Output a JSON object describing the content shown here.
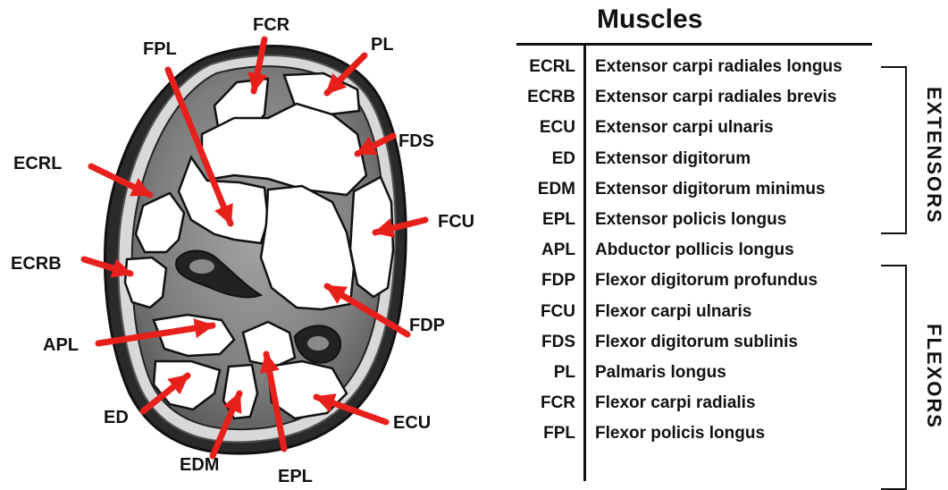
{
  "diagram": {
    "labels": {
      "fcr": "FCR",
      "fpl": "FPL",
      "pl": "PL",
      "fds": "FDS",
      "ecrl": "ECRL",
      "fcu": "FCU",
      "ecrb": "ECRB",
      "fdp": "FDP",
      "apl": "APL",
      "ed": "ED",
      "ecu": "ECU",
      "edm": "EDM",
      "epl": "EPL"
    },
    "colors": {
      "arrow": "#e8201c",
      "outline": "#111111",
      "muscle_fill": "#ffffff",
      "tissue": "#8a8a8a"
    }
  },
  "legend": {
    "title": "Muscles",
    "rows": [
      {
        "abbr": "ECRL",
        "name": "Extensor carpi radiales longus"
      },
      {
        "abbr": "ECRB",
        "name": "Extensor carpi radiales brevis"
      },
      {
        "abbr": "ECU",
        "name": "Extensor carpi ulnaris"
      },
      {
        "abbr": "ED",
        "name": "Extensor digitorum"
      },
      {
        "abbr": "EDM",
        "name": "Extensor digitorum minimus"
      },
      {
        "abbr": "EPL",
        "name": "Extensor policis longus"
      },
      {
        "abbr": "APL",
        "name": "Abductor pollicis longus"
      },
      {
        "abbr": "FDP",
        "name": "Flexor digitorum profundus"
      },
      {
        "abbr": "FCU",
        "name": "Flexor carpi ulnaris"
      },
      {
        "abbr": "FDS",
        "name": "Flexor digitorum sublinis"
      },
      {
        "abbr": "PL",
        "name": "Palmaris longus"
      },
      {
        "abbr": "FCR",
        "name": "Flexor carpi radialis"
      },
      {
        "abbr": "FPL",
        "name": "Flexor policis longus"
      }
    ],
    "groups": {
      "extensors": "EXTENSORS",
      "flexors": "FLEXORS"
    }
  }
}
